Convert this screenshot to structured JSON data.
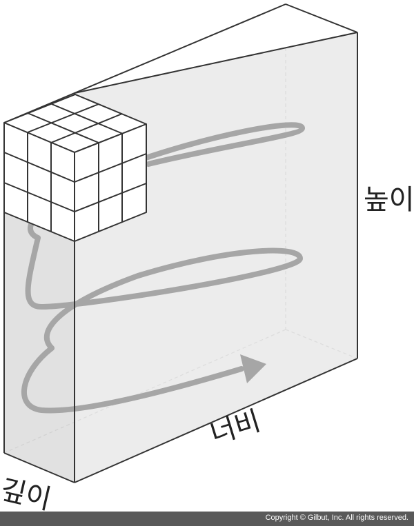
{
  "labels": {
    "height": "높이",
    "width": "너비",
    "depth": "깊이"
  },
  "footer": {
    "copyright": "Copyright © Gilbut, Inc. All rights reserved."
  },
  "colors": {
    "front_face": "#e9e9e9",
    "side_face": "#dcdcdc",
    "spiral": "#a6a6a6",
    "edge": "#333333",
    "footer_bg": "#595959"
  },
  "cube": {
    "grid": "3x3x3"
  }
}
